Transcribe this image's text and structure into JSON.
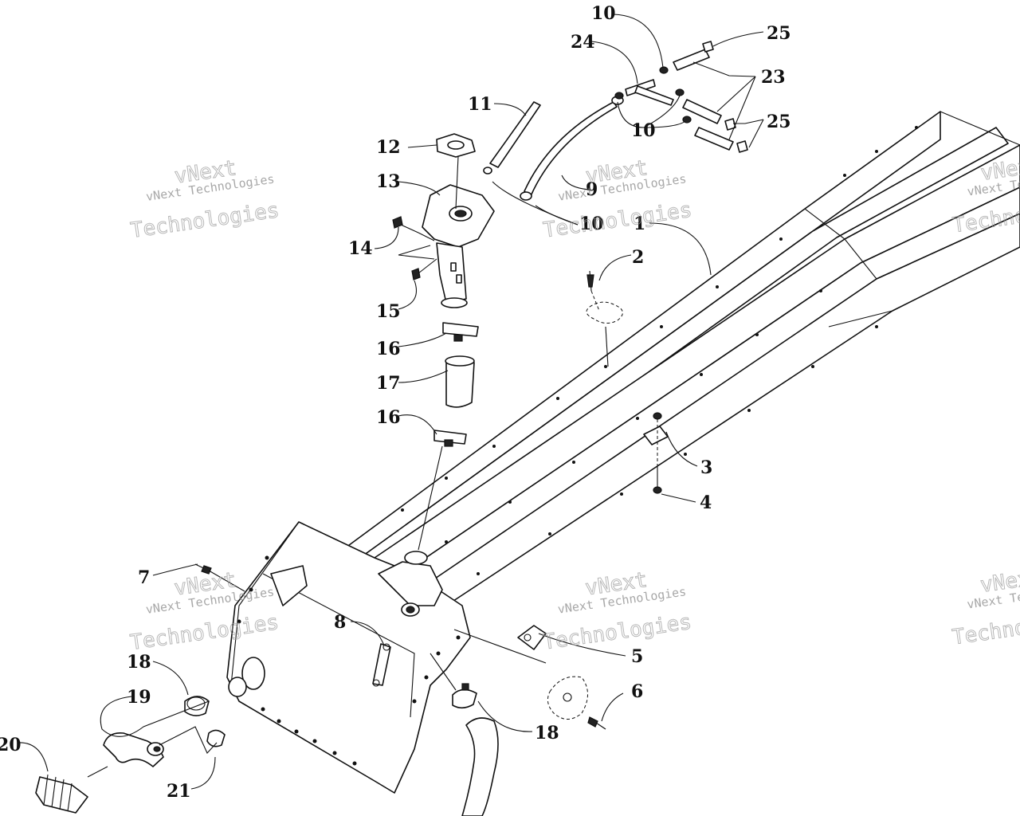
{
  "diagram": {
    "callouts": [
      {
        "id": "1",
        "text": "1"
      },
      {
        "id": "2",
        "text": "2"
      },
      {
        "id": "3",
        "text": "3"
      },
      {
        "id": "4",
        "text": "4"
      },
      {
        "id": "5",
        "text": "5"
      },
      {
        "id": "6",
        "text": "6"
      },
      {
        "id": "7",
        "text": "7"
      },
      {
        "id": "8",
        "text": "8"
      },
      {
        "id": "9",
        "text": "9"
      },
      {
        "id": "10a",
        "text": "10"
      },
      {
        "id": "10b",
        "text": "10"
      },
      {
        "id": "10c",
        "text": "10"
      },
      {
        "id": "11",
        "text": "11"
      },
      {
        "id": "12",
        "text": "12"
      },
      {
        "id": "13",
        "text": "13"
      },
      {
        "id": "14",
        "text": "14"
      },
      {
        "id": "15",
        "text": "15"
      },
      {
        "id": "16a",
        "text": "16"
      },
      {
        "id": "16b",
        "text": "16"
      },
      {
        "id": "17",
        "text": "17"
      },
      {
        "id": "18a",
        "text": "18"
      },
      {
        "id": "18b",
        "text": "18"
      },
      {
        "id": "19",
        "text": "19"
      },
      {
        "id": "20",
        "text": "20"
      },
      {
        "id": "21",
        "text": "21"
      },
      {
        "id": "23",
        "text": "23"
      },
      {
        "id": "24",
        "text": "24"
      },
      {
        "id": "25a",
        "text": "25"
      },
      {
        "id": "25b",
        "text": "25"
      }
    ]
  },
  "watermark": {
    "line1": "vNext Technologies",
    "line2": "vNext",
    "line3": "Technologies"
  }
}
